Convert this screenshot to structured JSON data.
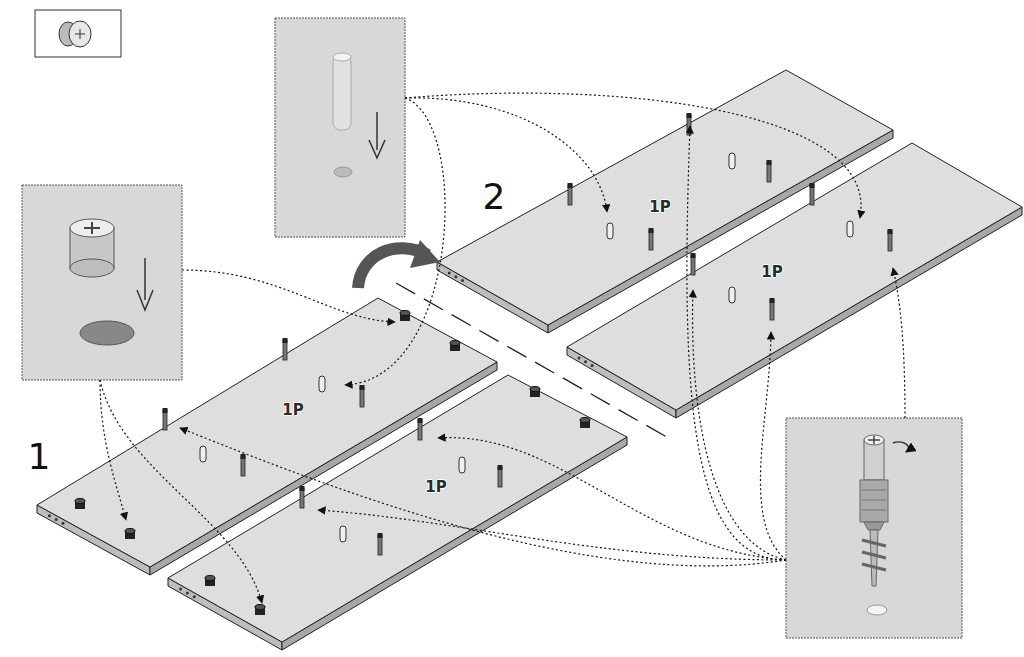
{
  "diagram": {
    "labels": [
      "2",
      "1P",
      "1P",
      "1",
      "1P",
      "1P"
    ]
  }
}
